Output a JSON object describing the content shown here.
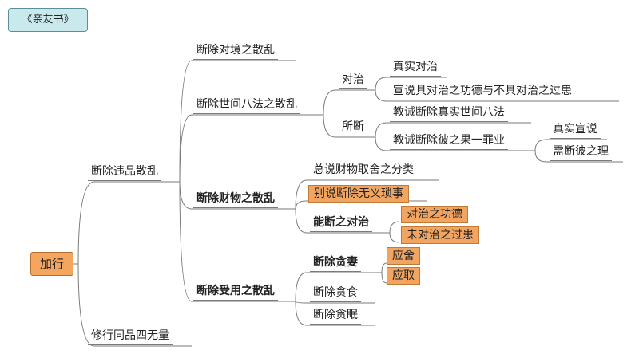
{
  "title_tag": "《亲友书》",
  "root": "加行",
  "nodes": {
    "l1_distract": "断除违品散乱",
    "l1_practice": "修行同品四无量",
    "l2_object": "断除对境之散乱",
    "l2_eight": "断除世间八法之散乱",
    "l2_wealth": "断除财物之散乱",
    "l2_enjoy": "断除受用之散乱",
    "l3_antidote": "对治",
    "l3_abandon": "所断",
    "l4_true": "真实对治",
    "l4_declare": "宣说具对治之功德与不具对治之过患",
    "l4_teach_true": "教诫断除真实世间八法",
    "l4_teach_fruit": "教诫断除彼之果一罪业",
    "l5_true_say": "真实宣说",
    "l5_need": "需断彼之理",
    "w_general": "总说财物取舍之分类",
    "w_specific": "别说断除无义琐事",
    "w_can": "能断之对治",
    "w_merit": "对治之功德",
    "w_fault": "未对治之过患",
    "e_spouse": "断除贪妻",
    "e_food": "断除贪食",
    "e_sleep": "断除贪眠",
    "e_should_abandon": "应舍",
    "e_should_take": "应取"
  },
  "colors": {
    "highlight": "#f2a561",
    "title_fill": "#c9e9ec",
    "root_fill": "#f4a65e",
    "line": "#7a7a7a"
  }
}
